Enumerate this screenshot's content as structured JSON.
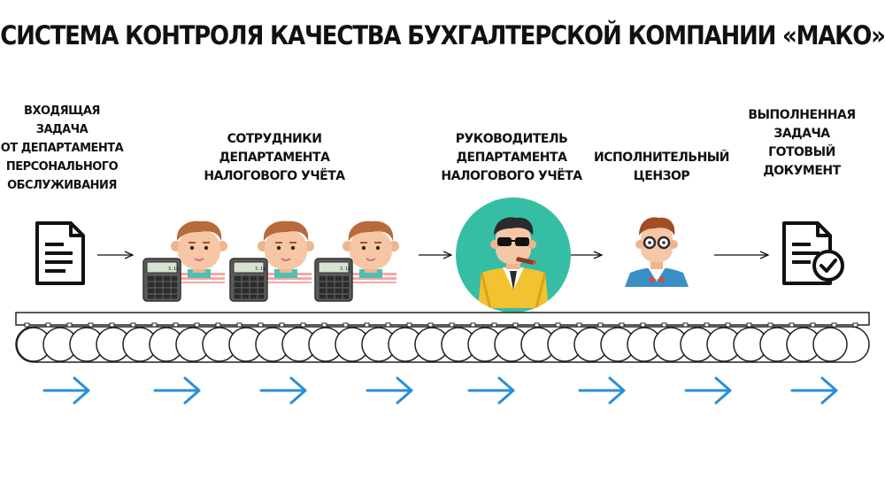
{
  "title": "СИСТЕМА КОНТРОЛЯ КАЧЕСТВА БУХГАЛТЕРСКОЙ КОМПАНИИ «МАКО»",
  "stages": [
    {
      "label": "ВХОДЯЩАЯ\nЗАДАЧА\nОТ ДЕПАРТАМЕНТА\nПЕРСОНАЛЬНОГО\nОБСЛУЖИВАНИЯ",
      "icon": "document-icon"
    },
    {
      "label": "СОТРУДНИКИ\nДЕПАРТАМЕНТА\nНАЛОГОВОГО УЧЁТА",
      "icon": "accountant-icon"
    },
    {
      "label": "РУКОВОДИТЕЛЬ\nДЕПАРТАМЕНТА\nНАЛОГОВОГО УЧЁТА",
      "icon": "boss-icon"
    },
    {
      "label": "ИСПОЛНИТЕЛЬНЫЙ\nЦЕНЗОР",
      "icon": "censor-icon"
    },
    {
      "label": "ВЫПОЛНЕННАЯ\nЗАДАЧА\nГОТОВЫЙ\nДОКУМЕНТ",
      "icon": "document-check-icon"
    }
  ],
  "calculator_display": "3.14",
  "colors": {
    "teal": "#36bea5",
    "blue_arrow": "#2a8fd8",
    "skin": "#f6c7a6",
    "hair": "#b86a3c",
    "dark": "#2b2b2b"
  }
}
